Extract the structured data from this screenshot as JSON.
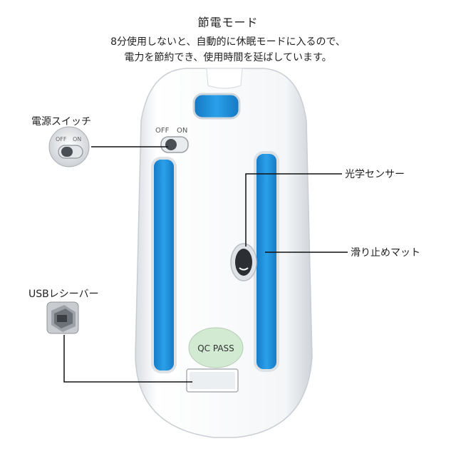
{
  "header": {
    "title": "節電モード",
    "description_line1": "8分使用しないと、自動的に休眠モードに入るので、",
    "description_line2": "電力を節約でき、使用時間を延ばしています。"
  },
  "callouts": {
    "power_switch": "電源スイッチ",
    "optical_sensor": "光学センサー",
    "anti_slip_mat": "滑り止めマット",
    "usb_receiver": "USBレシーバー"
  },
  "switch_marks": {
    "off": "OFF",
    "on": "ON"
  },
  "qc_badge": "QC PASS",
  "colors": {
    "accent_blue": "#1f8fd8",
    "mouse_body": "#f4f6f8",
    "line": "#111111"
  }
}
